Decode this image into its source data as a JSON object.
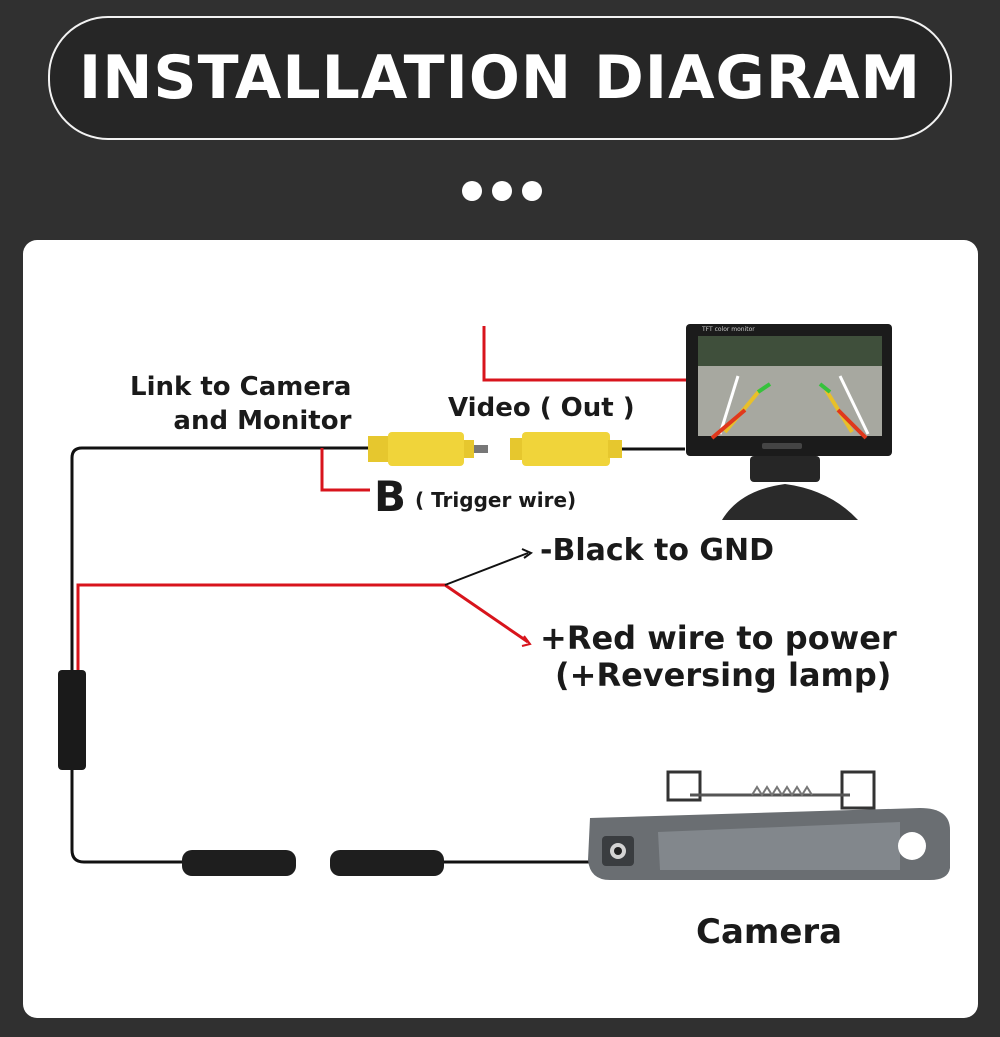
{
  "header": {
    "title": "INSTALLATION DIAGRAM"
  },
  "diagram": {
    "link_label_line1": "Link to Camera",
    "link_label_line2": "and Monitor",
    "video_label": "Video ( Out )",
    "b_label": "B",
    "trigger_label": "( Trigger wire)",
    "black_label": "-Black to GND",
    "red_label_line1": "+Red wire to power",
    "red_label_line2": "(+Reversing lamp)",
    "camera_label": "Camera",
    "monitor_screen_text": "TFT color monitor"
  },
  "colors": {
    "background": "#303030",
    "panel": "#ffffff",
    "red_wire": "#d8141c",
    "black_wire": "#111111",
    "rca_yellow": "#f0d43a"
  }
}
